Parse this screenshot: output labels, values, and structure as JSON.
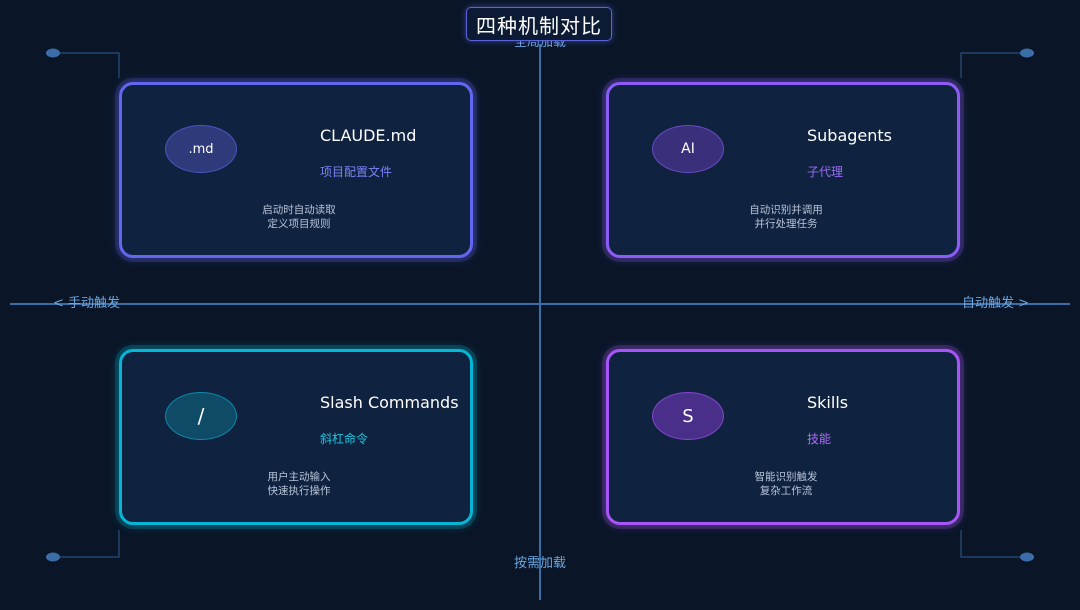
{
  "title": "四种机制对比",
  "axes": {
    "top": "全局加载",
    "bottom": "按需加载",
    "left": "< 手动触发",
    "right": "自动触发 >"
  },
  "cards": [
    {
      "badge": ".md",
      "name": "CLAUDE.md",
      "subtitle": "项目配置文件",
      "desc": [
        "启动时自动读取",
        "定义项目规则"
      ],
      "accent": "#6366f1",
      "sub_color": "#7b83f5",
      "badge_fill": "#2e3a7a",
      "badge_icon": "md-file-icon"
    },
    {
      "badge": "AI",
      "name": "Subagents",
      "subtitle": "子代理",
      "desc": [
        "自动识别并调用",
        "并行处理任务"
      ],
      "accent": "#8b5cf6",
      "sub_color": "#9b6cf7",
      "badge_fill": "#3a2f7a",
      "badge_icon": "ai-icon"
    },
    {
      "badge": "/",
      "name": "Slash Commands",
      "subtitle": "斜杠命令",
      "desc": [
        "用户主动输入",
        "快速执行操作"
      ],
      "accent": "#06b6d4",
      "sub_color": "#22c5dd",
      "badge_fill": "#0f4a66",
      "badge_icon": "slash-icon"
    },
    {
      "badge": "S",
      "name": "Skills",
      "subtitle": "技能",
      "desc": [
        "智能识别触发",
        "复杂工作流"
      ],
      "accent": "#a855f7",
      "sub_color": "#b06af8",
      "badge_fill": "#4a2f8a",
      "badge_icon": "skill-icon"
    }
  ],
  "colors": {
    "background": "#0a1628",
    "axis": "#3a6ea5",
    "connector": "#2e5c8e",
    "dot": "#3b6ea8"
  }
}
